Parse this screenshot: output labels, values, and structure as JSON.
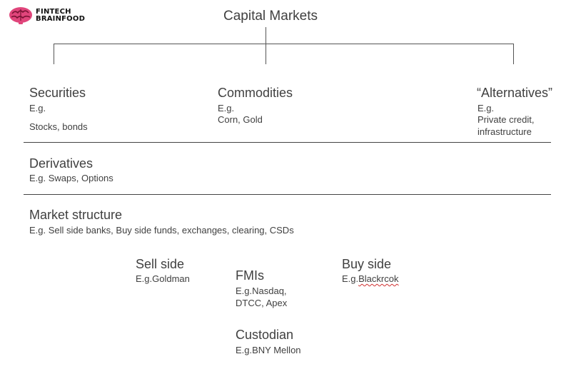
{
  "logo": {
    "line1": "FINTECH",
    "line2": "BRAINFOOD",
    "icon": "brain-icon",
    "color": "#e0457b"
  },
  "title": "Capital Markets",
  "categories": {
    "securities": {
      "heading": "Securities",
      "eg": "E.g.",
      "detail": "Stocks, bonds"
    },
    "commodities": {
      "heading": "Commodities",
      "eg": "E.g.",
      "detail": "Corn, Gold"
    },
    "alternatives": {
      "heading": "“Alternatives”",
      "eg": "E.g.",
      "detail1": "Private credit,",
      "detail2": "infrastructure"
    }
  },
  "derivatives": {
    "heading": "Derivatives",
    "detail": "E.g. Swaps, Options"
  },
  "market_structure": {
    "heading": "Market structure",
    "detail": "E.g. Sell side banks, Buy side funds, exchanges, clearing, CSDs"
  },
  "sell_side": {
    "heading": "Sell side",
    "detail": "E.g.Goldman"
  },
  "fmis": {
    "heading": "FMIs",
    "detail1": "E.g.Nasdaq,",
    "detail2": "DTCC, Apex"
  },
  "buy_side": {
    "heading": "Buy side",
    "prefix": "E.g.",
    "example": "Blackrcok"
  },
  "custodian": {
    "heading": "Custodian",
    "detail": "E.g.BNY Mellon"
  }
}
